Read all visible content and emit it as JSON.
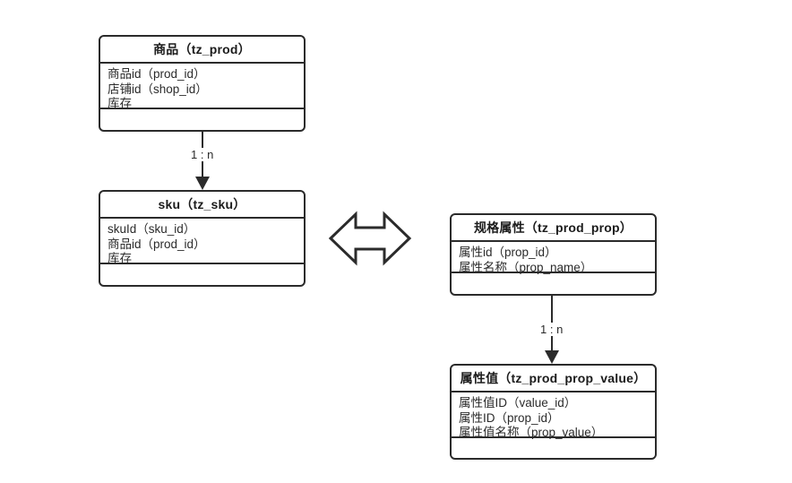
{
  "diagram": {
    "title_text": "",
    "stroke_color": "#2b2b2b",
    "background_color": "#ffffff",
    "entities": [
      {
        "id": "tz_prod",
        "title": "商品（tz_prod）",
        "fields": [
          "商品id（prod_id）",
          "店铺id（shop_id）",
          "库存"
        ]
      },
      {
        "id": "tz_sku",
        "title": "sku（tz_sku）",
        "fields": [
          "skuId（sku_id）",
          "商品id（prod_id）",
          "库存"
        ]
      },
      {
        "id": "tz_prod_prop",
        "title": "规格属性（tz_prod_prop）",
        "fields": [
          "属性id（prop_id）",
          "属性名称（prop_name）"
        ]
      },
      {
        "id": "tz_prod_prop_value",
        "title": "属性值（tz_prod_prop_value）",
        "fields": [
          "属性值ID（value_id）",
          "属性ID（prop_id）",
          "属性值名称（prop_value）"
        ]
      }
    ],
    "relations": [
      {
        "id": "prod-to-sku",
        "label": "1 : n"
      },
      {
        "id": "prop-to-prop-value",
        "label": "1 : n"
      }
    ],
    "link_arrow": {
      "id": "sku-prop-link",
      "name": "double-headed-arrow"
    }
  }
}
